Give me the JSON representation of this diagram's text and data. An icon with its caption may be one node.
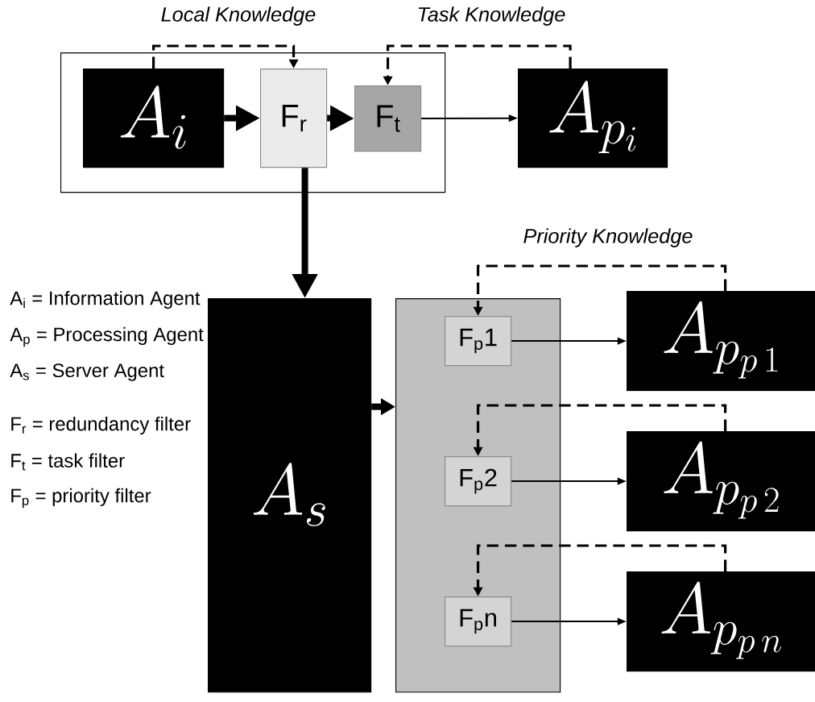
{
  "diagram": {
    "nodes": [
      {
        "text": [],
        "shape": "box"
      },
      {
        "text": [
          "A_i"
        ],
        "in": 0
      },
      {
        "text": [
          "F$_{r}$"
        ],
        "in": 0
      },
      {
        "text": [
          "F$_{t}$"
        ],
        "in": 0
      },
      {
        "text": [
          "A_{p_i}"
        ]
      },
      {
        "text": [
          "A_s"
        ]
      },
      {
        "text": [],
        "shape": "box"
      },
      {
        "text": [
          "F$_{p}$1"
        ],
        "in": 6
      },
      {
        "text": [
          "A_{p_{p\\,1}}"
        ]
      },
      {
        "text": [
          "F$_{p}$2"
        ],
        "in": 6
      },
      {
        "text": [
          "A_{p_{p\\,2}}"
        ]
      },
      {
        "text": [
          "F$_{p}$n"
        ],
        "in": 6
      },
      {
        "text": [
          "A_{p_{p\\,n}}"
        ]
      }
    ],
    "edges": [
      {
        "from": 1,
        "to": 2,
        "arrow": "to",
        "style": "thick"
      },
      {
        "from": 2,
        "to": 3,
        "arrow": "to",
        "style": "thick"
      },
      {
        "from": 3,
        "to": 4,
        "arrow": "to"
      },
      {
        "from": 2,
        "to": 5,
        "arrow": "to",
        "style": "thick"
      },
      {
        "from": 5,
        "to": 6,
        "arrow": "to",
        "style": "thick"
      },
      {
        "from": 7,
        "to": 8,
        "arrow": "to"
      },
      {
        "from": 9,
        "to": 10,
        "arrow": "to"
      },
      {
        "from": 11,
        "to": 12,
        "arrow": "to"
      },
      {
        "from": 1,
        "to": 2,
        "arrow": "to",
        "style": "dashed",
        "label": "Local Knowledge"
      },
      {
        "from": 4,
        "to": 3,
        "arrow": "to",
        "style": "dashed",
        "label": "Task Knowledge"
      },
      {
        "from": 8,
        "to": 7,
        "arrow": "to",
        "style": "dashed",
        "label": "Priority Knowledge"
      },
      {
        "from": 10,
        "to": 9,
        "arrow": "to",
        "style": "dashed"
      },
      {
        "from": 12,
        "to": 11,
        "arrow": "to",
        "style": "dashed"
      }
    ],
    "labels": [
      "A$_{i}$ = Information Agent",
      "A$_{p}$ = Processing Agent",
      "A$_{s}$ = Server Agent",
      "F$_{r}$ = redundancy filter",
      "F$_{t}$ = task filter",
      "F$_{p}$ = priority filter"
    ]
  }
}
